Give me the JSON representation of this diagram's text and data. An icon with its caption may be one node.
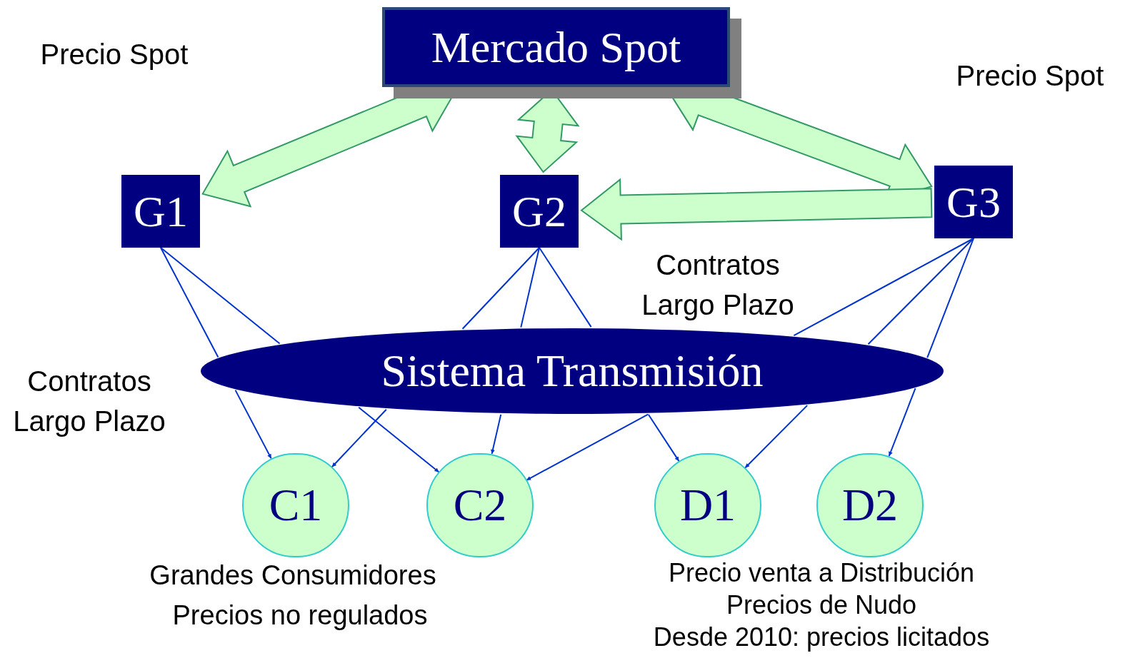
{
  "diagram": {
    "nodes": [
      {
        "text": [
          "Mercado Spot"
        ]
      },
      {
        "text": [
          "G1"
        ]
      },
      {
        "text": [
          "G2"
        ]
      },
      {
        "text": [
          "G3"
        ]
      },
      {
        "text": [
          "Sistema Transmisión"
        ]
      },
      {
        "text": [
          "C1"
        ]
      },
      {
        "text": [
          "C2"
        ]
      },
      {
        "text": [
          "D1"
        ]
      },
      {
        "text": [
          "D2"
        ]
      }
    ],
    "edges": [
      {
        "from": 0,
        "to": 1,
        "arrow": "both",
        "style": "thick",
        "color": "#339966"
      },
      {
        "from": 0,
        "to": 2,
        "arrow": "both",
        "style": "thick",
        "color": "#339966"
      },
      {
        "from": 0,
        "to": 3,
        "arrow": "both",
        "style": "thick",
        "color": "#339966"
      },
      {
        "from": 3,
        "to": 2,
        "arrow": "to",
        "style": "thick",
        "color": "#339966"
      },
      {
        "from": 1,
        "to": 4,
        "arrow": "none"
      },
      {
        "from": 1,
        "to": 4,
        "arrow": "none"
      },
      {
        "from": 2,
        "to": 4,
        "arrow": "none"
      },
      {
        "from": 2,
        "to": 4,
        "arrow": "none"
      },
      {
        "from": 2,
        "to": 4,
        "arrow": "none"
      },
      {
        "from": 3,
        "to": 4,
        "arrow": "none"
      },
      {
        "from": 3,
        "to": 4,
        "arrow": "none"
      },
      {
        "from": 3,
        "to": 4,
        "arrow": "none"
      },
      {
        "from": 4,
        "to": 5,
        "arrow": "to"
      },
      {
        "from": 4,
        "to": 6,
        "arrow": "to"
      },
      {
        "from": 4,
        "to": 5,
        "arrow": "to"
      },
      {
        "from": 4,
        "to": 6,
        "arrow": "to"
      },
      {
        "from": 4,
        "to": 7,
        "arrow": "to"
      },
      {
        "from": 4,
        "to": 6,
        "arrow": "to"
      },
      {
        "from": 4,
        "to": 7,
        "arrow": "to"
      },
      {
        "from": 4,
        "to": 8,
        "arrow": "to"
      }
    ],
    "labels": [
      "Precio Spot",
      "Precio Spot",
      "Contratos Largo Plazo",
      "Contratos Largo Plazo",
      "Grandes Consumidores",
      "Precios no regulados",
      "Precio venta a Distribución",
      "Precios de Nudo",
      "Desde 2010: precios licitados"
    ]
  }
}
